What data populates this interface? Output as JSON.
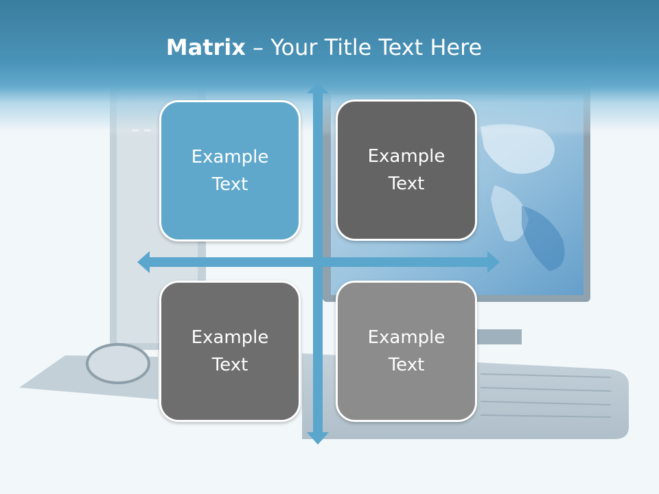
{
  "title": {
    "bold": "Matrix",
    "rest": " – Your Title Text Here"
  },
  "quadrants": [
    {
      "label": "Example\nText",
      "color": "#5fa8cc"
    },
    {
      "label": "Example\nText",
      "color": "#646464"
    },
    {
      "label": "Example\nText",
      "color": "#6e6e6e"
    },
    {
      "label": "Example\nText",
      "color": "#8c8c8c"
    }
  ],
  "colors": {
    "accent": "#5aa6cc",
    "header": "#4a93b8"
  }
}
